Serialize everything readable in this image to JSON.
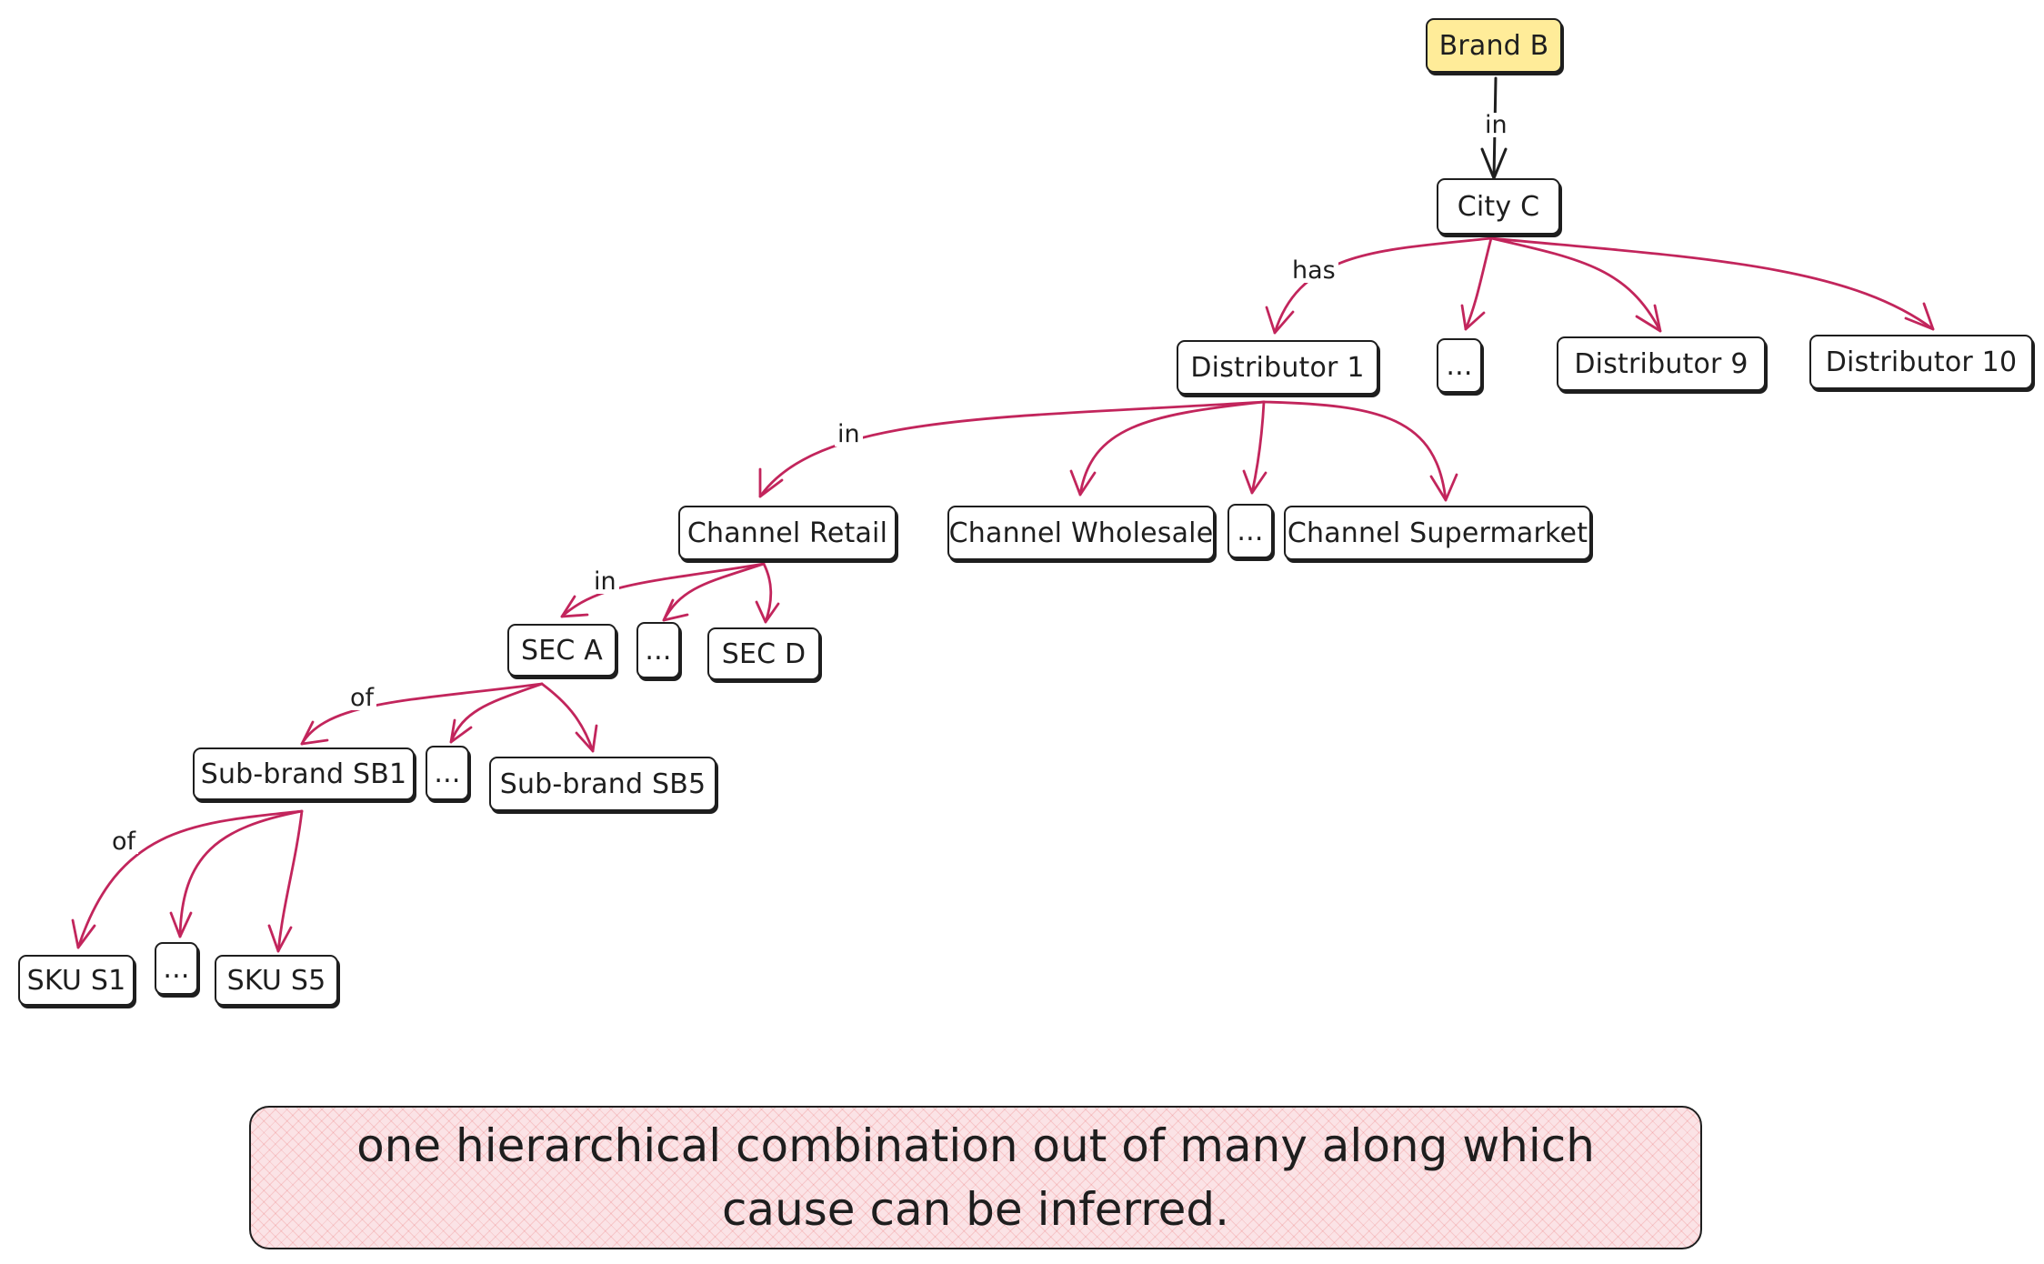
{
  "colors": {
    "edge": "#c2255c",
    "stroke": "#1e1e1e",
    "root_fill": "#ffec99",
    "caption_fill": "#ffe3e3"
  },
  "nodes": {
    "brand_b": "Brand B",
    "city_c": "City C",
    "distributor_1": "Distributor 1",
    "distributor_ellipsis": "...",
    "distributor_9": "Distributor 9",
    "distributor_10": "Distributor 10",
    "channel_retail": "Channel Retail",
    "channel_wholesale": "Channel Wholesale",
    "channel_ellipsis": "...",
    "channel_supermarket": "Channel Supermarket",
    "sec_a": "SEC A",
    "sec_ellipsis": "...",
    "sec_d": "SEC D",
    "subbrand_sb1": "Sub-brand SB1",
    "subbrand_ellipsis": "...",
    "subbrand_sb5": "Sub-brand SB5",
    "sku_s1": "SKU S1",
    "sku_ellipsis": "...",
    "sku_s5": "SKU S5"
  },
  "edge_labels": {
    "brand_city": "in",
    "city_distributor": "has",
    "distributor_channel": "in",
    "channel_sec": "in",
    "sec_subbrand": "of",
    "subbrand_sku": "of"
  },
  "caption": "one hierarchical combination out of many along which cause can be inferred."
}
